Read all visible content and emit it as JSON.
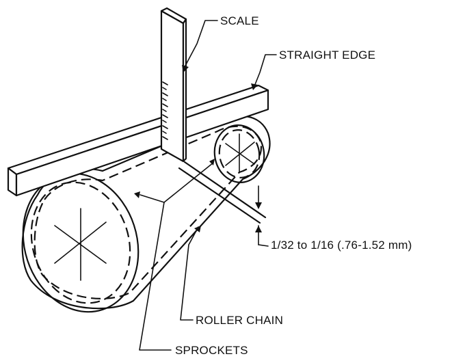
{
  "labels": {
    "scale": "SCALE",
    "straight_edge": "STRAIGHT EDGE",
    "tolerance": "1/32 to 1/16 (.76-1.52 mm)",
    "roller_chain": "ROLLER CHAIN",
    "sprockets": "SPROCKETS"
  },
  "colors": {
    "ink": "#111111",
    "background": "#ffffff"
  }
}
